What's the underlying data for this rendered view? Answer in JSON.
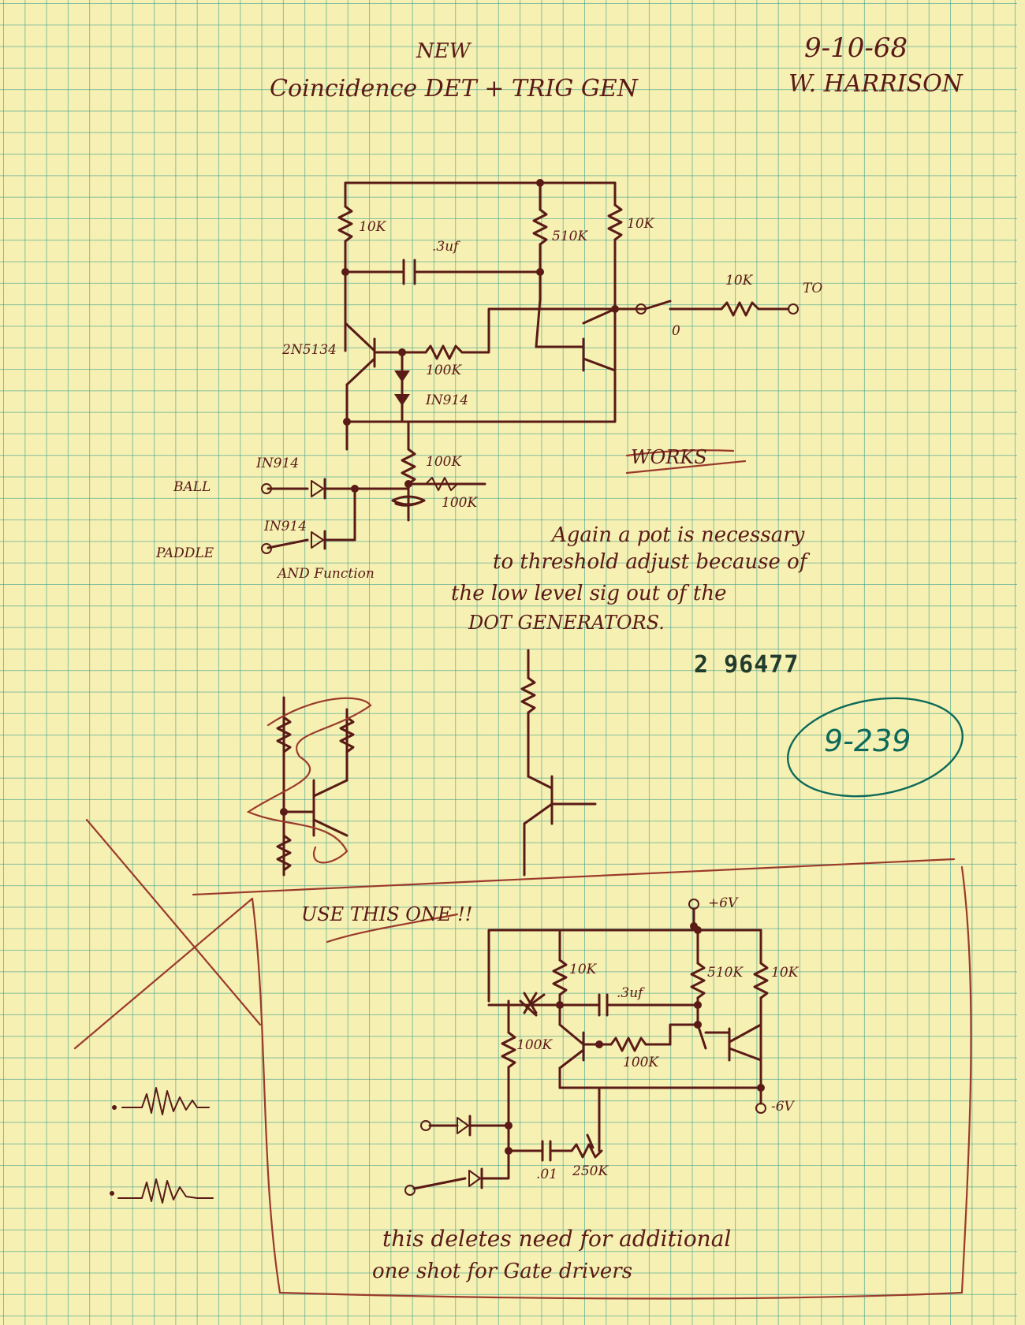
{
  "header": {
    "title_line1": "NEW",
    "title_line2": "Coincidence DET + TRIG GEN",
    "date": "9-10-68",
    "author": "W. HARRISON"
  },
  "circuit1": {
    "labels": {
      "r_left": "10K",
      "cap": ".3uf",
      "r_mid": "510K",
      "r_right": "10K",
      "r_out": "10K",
      "out_to": "TO",
      "out_zero": "0",
      "transistor": "2N5134",
      "r_base": "100K",
      "diode": "IN914",
      "r_bottom1": "100K",
      "r_bottom2": "100K",
      "d_ball": "IN914",
      "d_paddle": "IN914",
      "in_ball": "BALL",
      "in_paddle": "PADDLE",
      "and_fn": "AND Function"
    }
  },
  "notes": {
    "works": "WORKS",
    "again_1": "Again a pot is necessary",
    "again_2": "to threshold adjust because of",
    "again_3": "the low level sig out of the",
    "again_4": "DOT GENERATORS."
  },
  "stamp_number": "2 96477",
  "circled_ref": "9-239",
  "circuit2": {
    "heading": "USE THIS ONE !!",
    "labels": {
      "vplus": "+6V",
      "r1": "10K",
      "cap": ".3uf",
      "r_mid": "510K",
      "r_right": "10K",
      "r_left": "100K",
      "r_base": "100K",
      "vminus": "-6V",
      "cap_small": ".01",
      "pot": "250K"
    }
  },
  "footer": {
    "line1": "this deletes need for additional",
    "line2": "one shot for Gate drivers"
  }
}
